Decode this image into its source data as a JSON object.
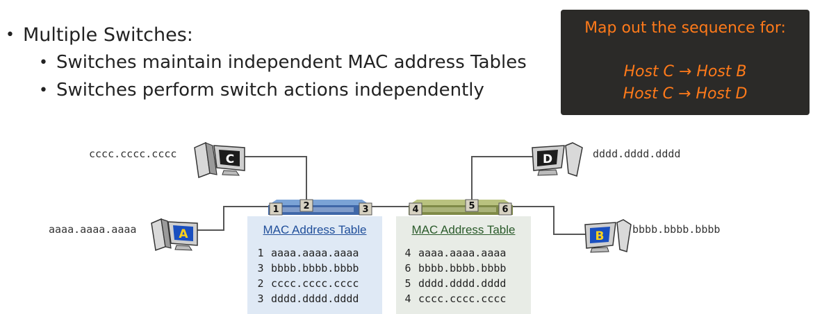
{
  "bullets": {
    "main": "Multiple Switches:",
    "sub": [
      "Switches maintain independent MAC address Tables",
      "Switches perform switch actions independently"
    ]
  },
  "callout": {
    "heading": "Map out the sequence for:",
    "lines": [
      "Host C → Host B",
      "Host C → Host D"
    ]
  },
  "hosts": {
    "a": {
      "label": "A",
      "mac": "aaaa.aaaa.aaaa"
    },
    "b": {
      "label": "B",
      "mac": "bbbb.bbbb.bbbb"
    },
    "c": {
      "label": "C",
      "mac": "cccc.cccc.cccc"
    },
    "d": {
      "label": "D",
      "mac": "dddd.dddd.dddd"
    }
  },
  "switch1": {
    "ports": [
      "1",
      "2",
      "3"
    ],
    "table_title": "MAC Address Table",
    "entries": [
      {
        "port": "1",
        "mac": "aaaa.aaaa.aaaa"
      },
      {
        "port": "3",
        "mac": "bbbb.bbbb.bbbb"
      },
      {
        "port": "2",
        "mac": "cccc.cccc.cccc"
      },
      {
        "port": "3",
        "mac": "dddd.dddd.dddd"
      }
    ]
  },
  "switch2": {
    "ports": [
      "4",
      "5",
      "6"
    ],
    "table_title": "MAC Address Table",
    "entries": [
      {
        "port": "4",
        "mac": "aaaa.aaaa.aaaa"
      },
      {
        "port": "6",
        "mac": "bbbb.bbbb.bbbb"
      },
      {
        "port": "5",
        "mac": "dddd.dddd.dddd"
      },
      {
        "port": "4",
        "mac": "cccc.cccc.cccc"
      }
    ]
  },
  "colors": {
    "callout_bg": "#2b2a28",
    "callout_text": "#ff7a1a",
    "switch1": "#4a6fa5",
    "switch2": "#8d9a5a",
    "table1_bg": "#dfe9f5",
    "table2_bg": "#e8ece6",
    "host_badge": "#1a4fbf"
  }
}
